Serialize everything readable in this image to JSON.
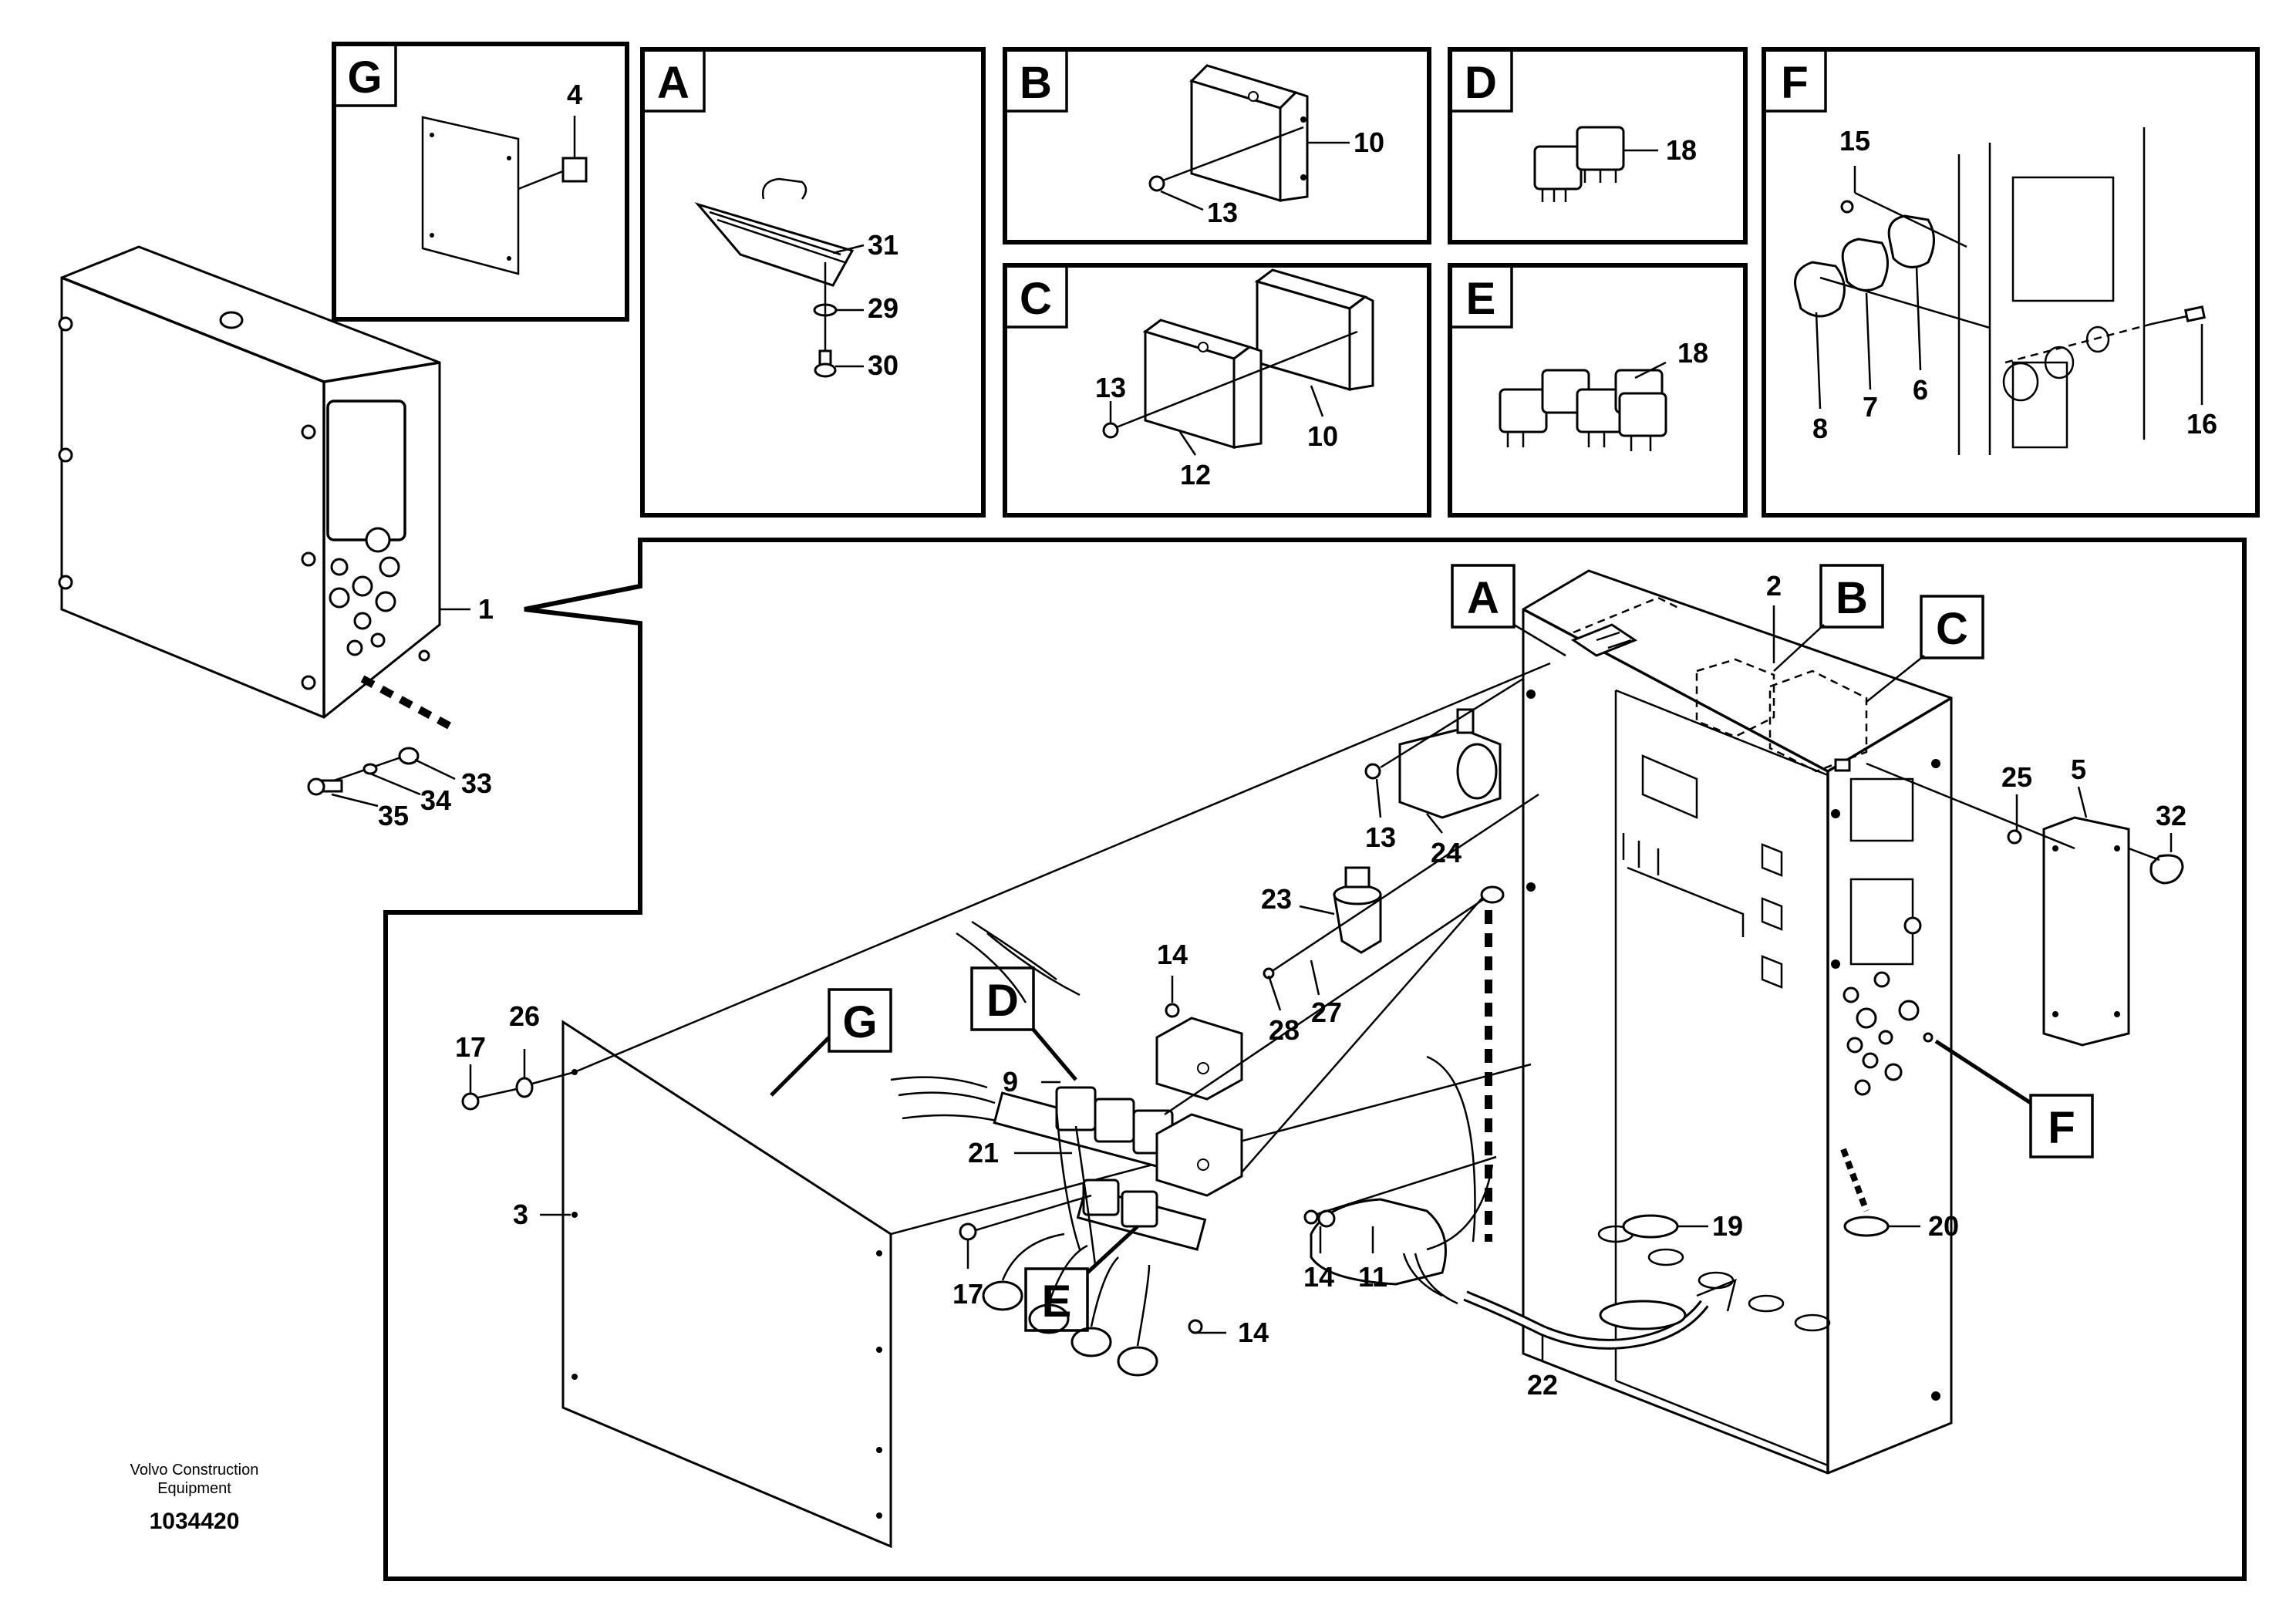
{
  "panels": {
    "G": {
      "tag": "G",
      "callouts": [
        "4"
      ]
    },
    "A": {
      "tag": "A",
      "callouts": [
        "31",
        "29",
        "30"
      ]
    },
    "B": {
      "tag": "B",
      "callouts": [
        "10",
        "13"
      ]
    },
    "C": {
      "tag": "C",
      "callouts": [
        "13",
        "10",
        "12"
      ]
    },
    "D": {
      "tag": "D",
      "callouts": [
        "18"
      ]
    },
    "E": {
      "tag": "E",
      "callouts": [
        "18"
      ]
    },
    "F": {
      "tag": "F",
      "callouts": [
        "15",
        "8",
        "7",
        "6",
        "16"
      ]
    }
  },
  "overview_callouts": [
    "1",
    "33",
    "34",
    "35"
  ],
  "main_tags": {
    "A": "A",
    "B": "B",
    "C": "C",
    "D": "D",
    "E": "E",
    "F": "F",
    "G": "G"
  },
  "main_callouts": {
    "c2": "2",
    "c25": "25",
    "c5": "5",
    "c32": "32",
    "c13": "13",
    "c24": "24",
    "c23": "23",
    "c28": "28",
    "c27": "27",
    "c14a": "14",
    "c17a": "17",
    "c26": "26",
    "c9": "9",
    "c21": "21",
    "c3": "3",
    "c17b": "17",
    "c14b": "14",
    "c14c": "14",
    "c11": "11",
    "c22": "22",
    "c19": "19",
    "c20": "20"
  },
  "caption": {
    "line1": "Volvo Construction",
    "line2": "Equipment",
    "number": "1034420"
  }
}
